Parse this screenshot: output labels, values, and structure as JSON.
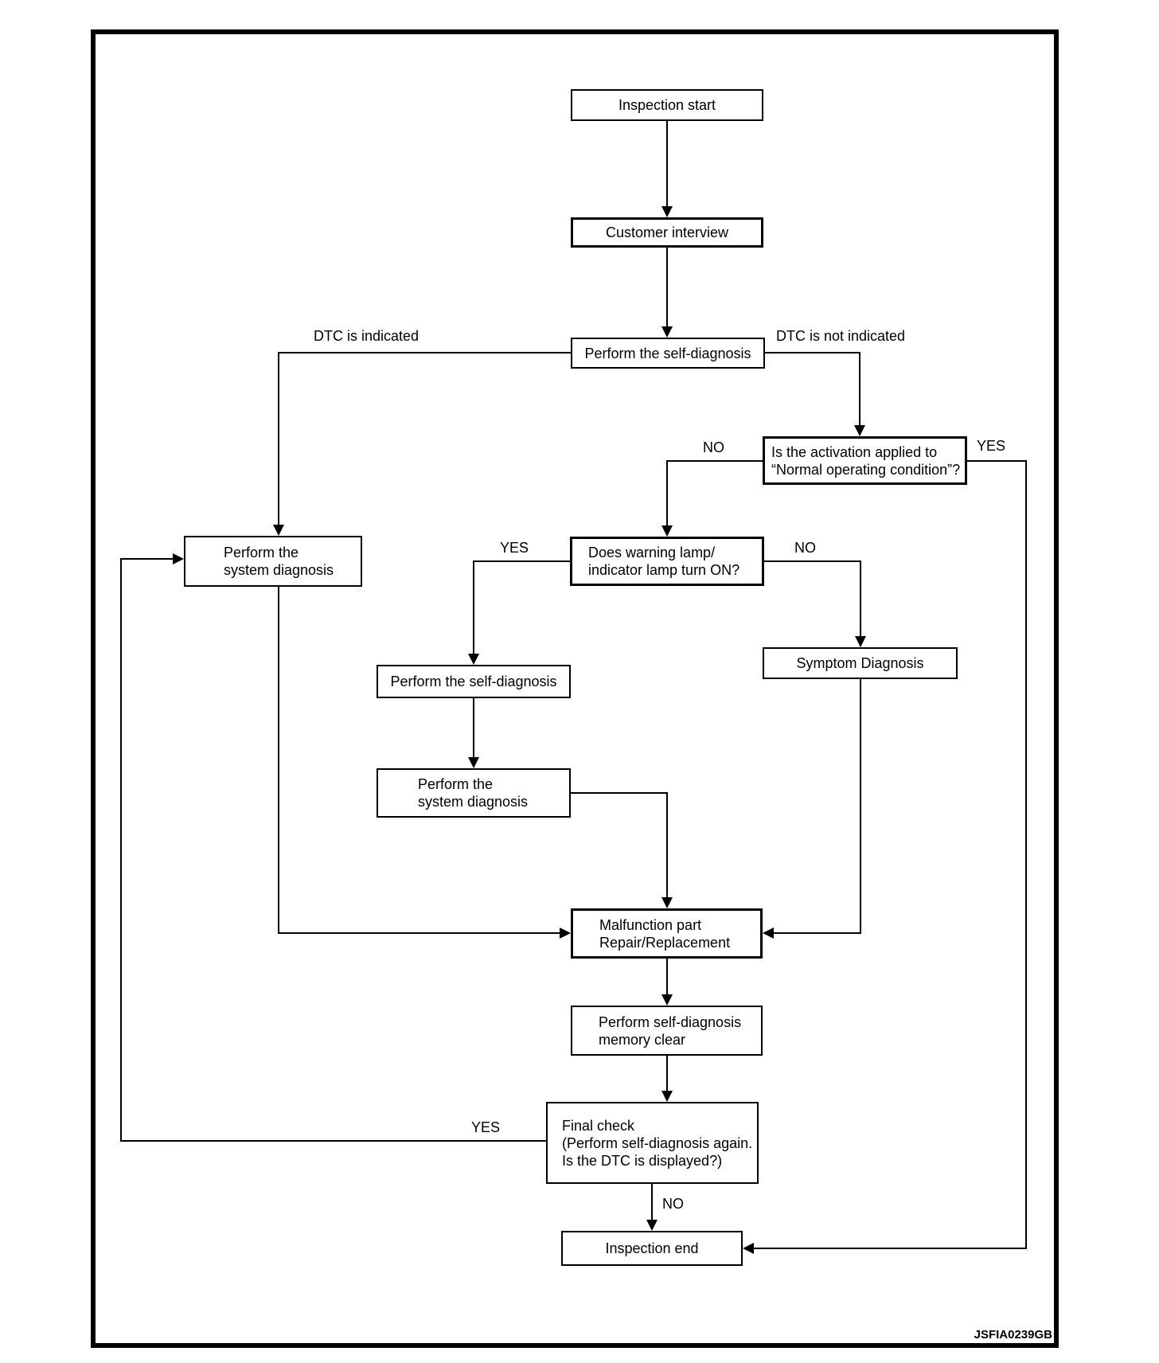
{
  "figure_code": "JSFIA0239GB",
  "colors": {
    "ink": "#000000",
    "background": "#ffffff"
  },
  "nodes": {
    "inspection_start": {
      "label": "Inspection start"
    },
    "customer_interview": {
      "label": "Customer interview"
    },
    "perform_self_diagnosis": {
      "label": "Perform the self-diagnosis"
    },
    "activation_question": {
      "line1": "Is the activation applied to",
      "line2": "“Normal operating condition”?"
    },
    "system_diagnosis_left": {
      "line1": "Perform the",
      "line2": "system diagnosis"
    },
    "warning_lamp_question": {
      "line1": "Does warning lamp/",
      "line2": "indicator lamp turn ON?"
    },
    "perform_self_diagnosis_mid": {
      "label": "Perform the self-diagnosis"
    },
    "system_diagnosis_mid": {
      "line1": "Perform the",
      "line2": "system diagnosis"
    },
    "symptom_diagnosis": {
      "label": "Symptom Diagnosis"
    },
    "malfunction_repair": {
      "line1": "Malfunction part",
      "line2": "Repair/Replacement"
    },
    "memory_clear": {
      "line1": "Perform self-diagnosis",
      "line2": "memory clear"
    },
    "final_check": {
      "line1": "Final check",
      "line2": "(Perform self-diagnosis again.",
      "line3": "Is the DTC is displayed?)"
    },
    "inspection_end": {
      "label": "Inspection end"
    }
  },
  "edge_labels": {
    "dtc_indicated": "DTC is indicated",
    "dtc_not_indicated": "DTC is not indicated",
    "activation_no": "NO",
    "activation_yes": "YES",
    "lamp_yes": "YES",
    "lamp_no": "NO",
    "final_yes": "YES",
    "final_no": "NO"
  }
}
